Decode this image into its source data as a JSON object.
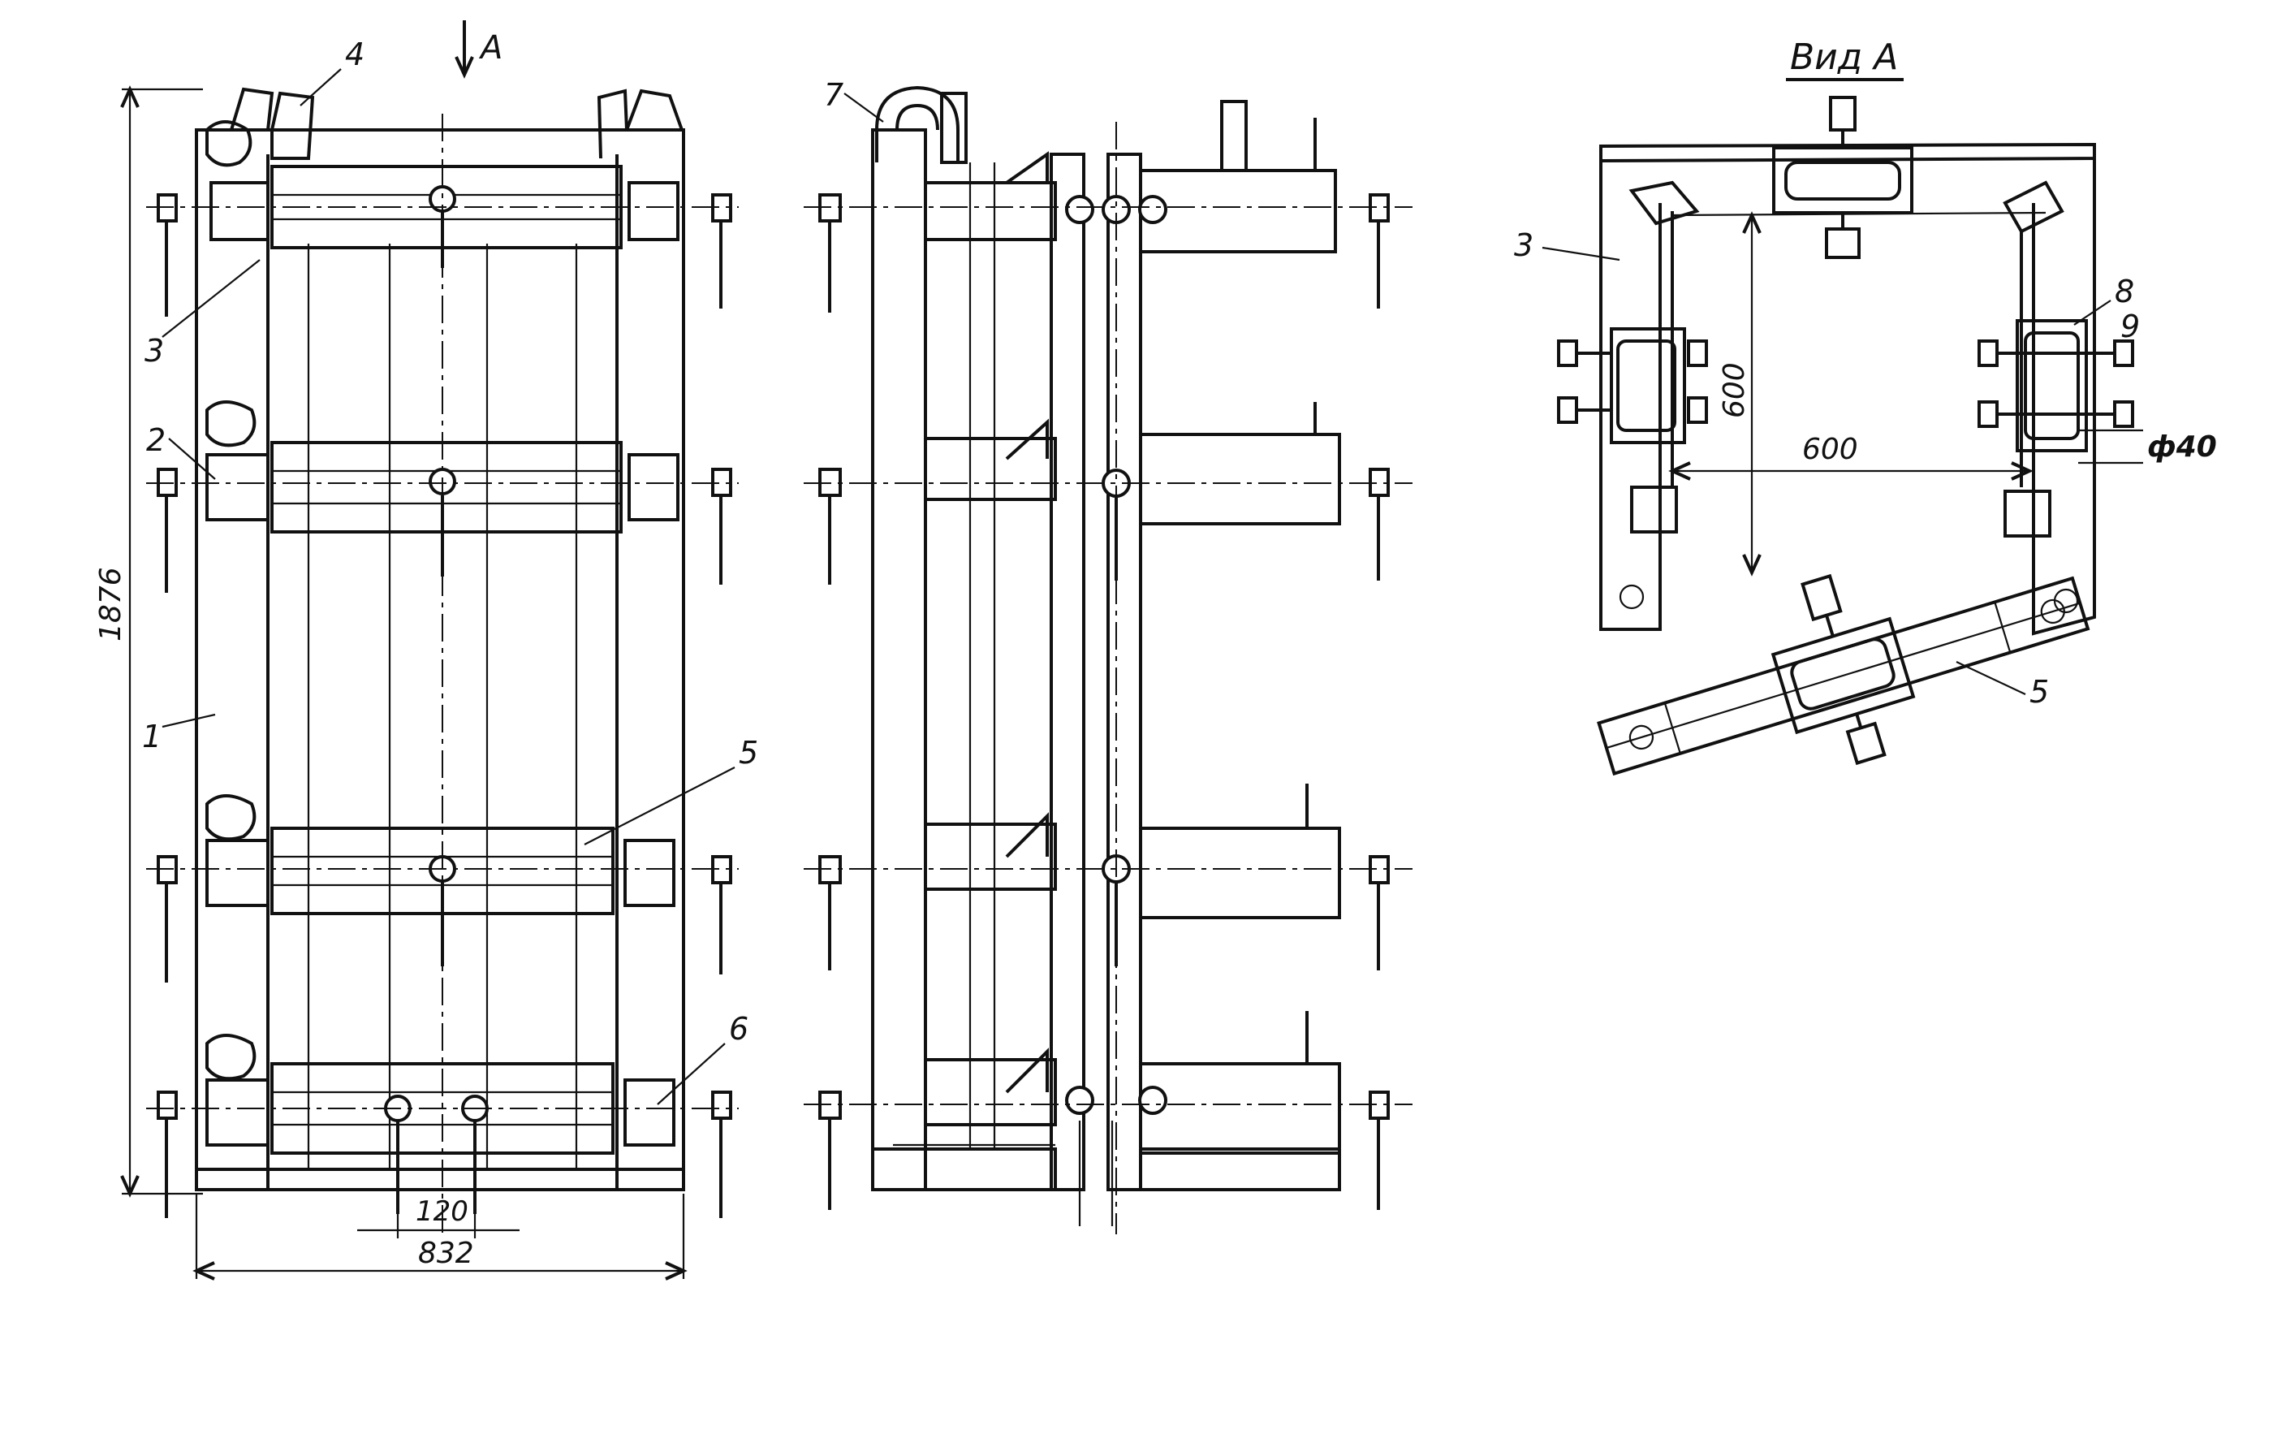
{
  "view_arrow_letter": "A",
  "view_a_title": "Вид А",
  "dimensions": {
    "overall_height": "1876",
    "overall_width": "832",
    "bar_spacing": "120",
    "frame_height": "600",
    "frame_width": "600",
    "pin_diameter": "ф40"
  },
  "callouts": [
    "1",
    "2",
    "3",
    "4",
    "5",
    "6",
    "7",
    "8",
    "9"
  ]
}
